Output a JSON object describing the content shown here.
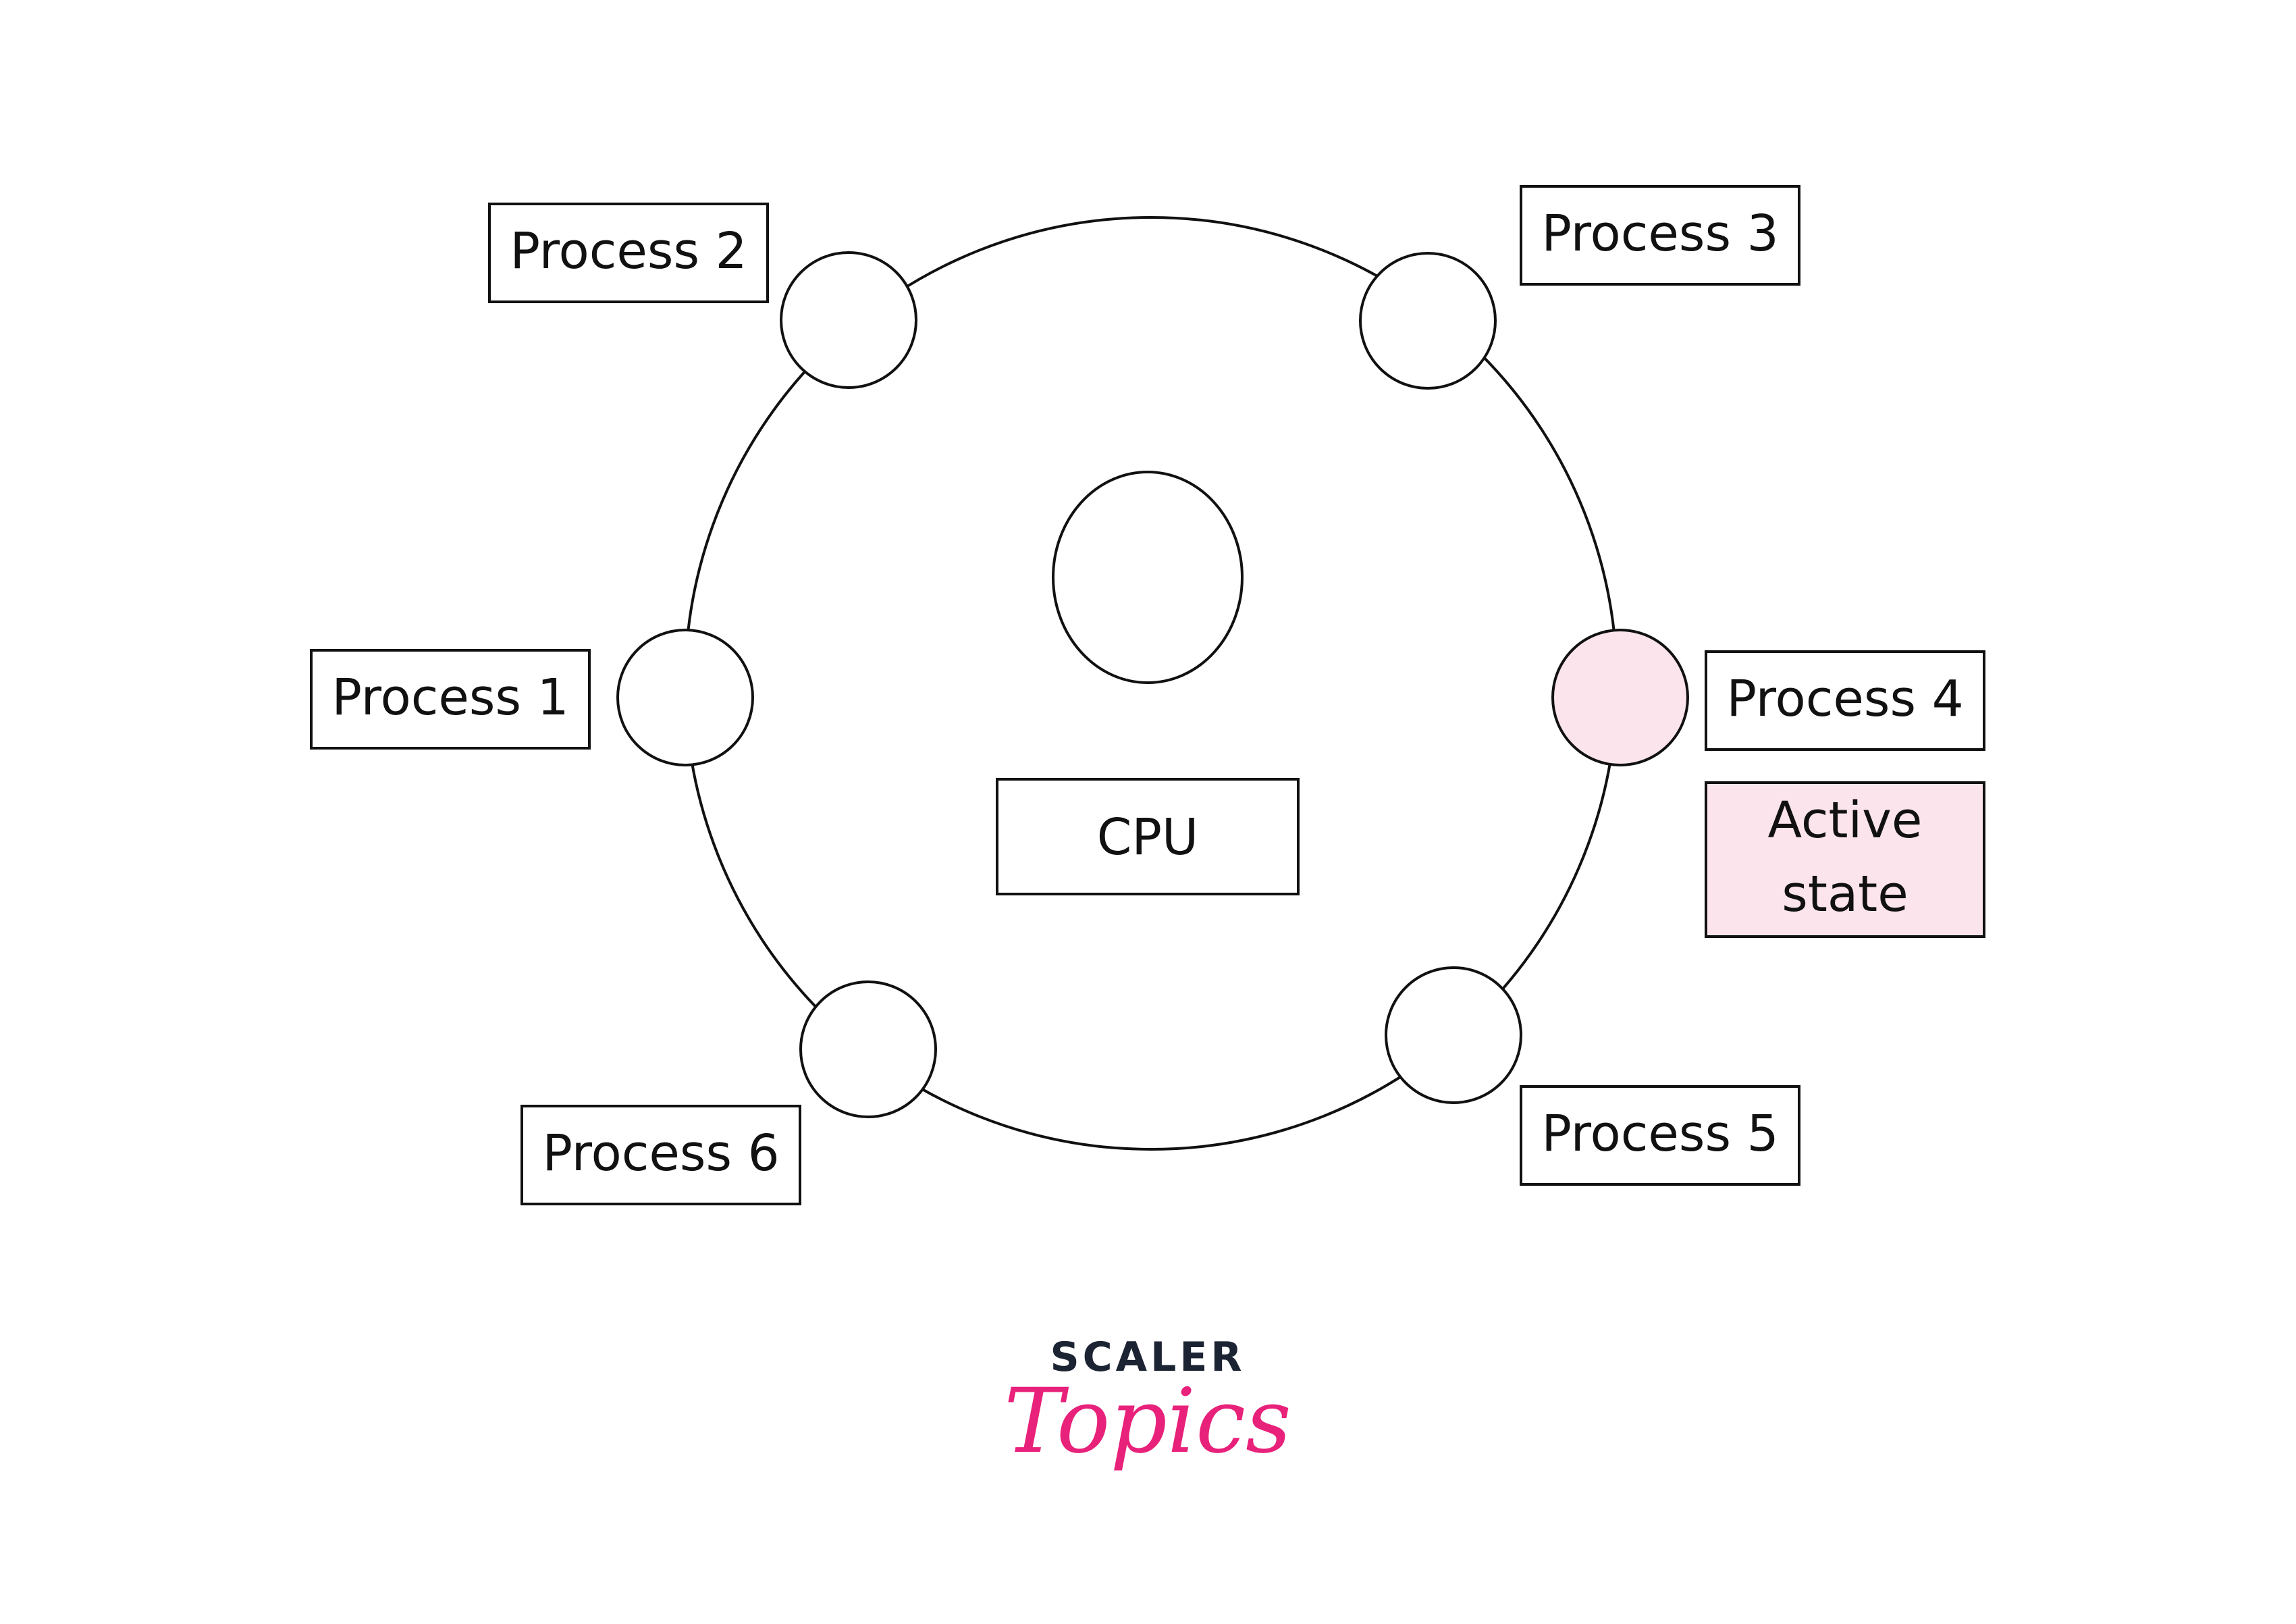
{
  "diagram": {
    "cpu_label": "CPU",
    "processes": [
      {
        "label": "Process 1",
        "active": false
      },
      {
        "label": "Process 2",
        "active": false
      },
      {
        "label": "Process 3",
        "active": false
      },
      {
        "label": "Process 4",
        "active": true
      },
      {
        "label": "Process 5",
        "active": false
      },
      {
        "label": "Process 6",
        "active": false
      }
    ],
    "active_state_line1": "Active",
    "active_state_line2": "state"
  },
  "brand": {
    "line1": "SCALER",
    "line2": "Topics"
  },
  "colors": {
    "stroke": "#111111",
    "active_fill": "#fce4ec",
    "brand_dark": "#1c2333",
    "brand_pink": "#e8217a"
  }
}
